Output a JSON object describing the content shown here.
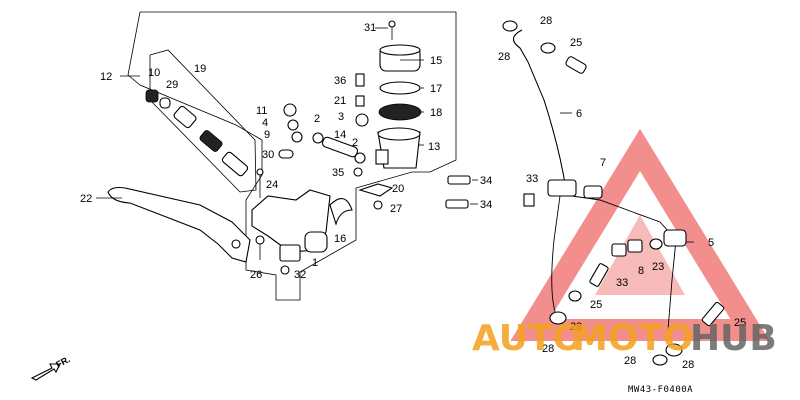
{
  "diagram_code": "MW43-F0400A",
  "front_label": "FR.",
  "watermark": {
    "text_orange": "AUTO",
    "text_mid": "MOTO",
    "text_gray": "HUB",
    "color_red": "#e8322e",
    "color_orange": "#f4a11d",
    "color_gray": "#666666"
  },
  "labels": {
    "p2a": "2",
    "p2b": "2",
    "p3": "3",
    "p4": "4",
    "p5": "5",
    "p6": "6",
    "p7": "7",
    "p8": "8",
    "p9": "9",
    "p10": "10",
    "p11": "11",
    "p12": "12",
    "p13": "13",
    "p14": "14",
    "p15": "15",
    "p16": "16",
    "p17": "17",
    "p18": "18",
    "p19": "19",
    "p20": "20",
    "p21": "21",
    "p22": "22",
    "p23": "23",
    "p24": "24",
    "p25a": "25",
    "p25b": "25",
    "p25c": "25",
    "p26": "26",
    "p27": "27",
    "p28a": "28",
    "p28b": "28",
    "p28c": "28",
    "p28d": "28",
    "p28e": "28",
    "p28f": "28",
    "p29": "29",
    "p30": "30",
    "p31": "31",
    "p32": "32",
    "p33a": "33",
    "p33b": "33",
    "p34a": "34",
    "p34b": "34",
    "p35": "35",
    "p36": "36",
    "p1": "1"
  }
}
